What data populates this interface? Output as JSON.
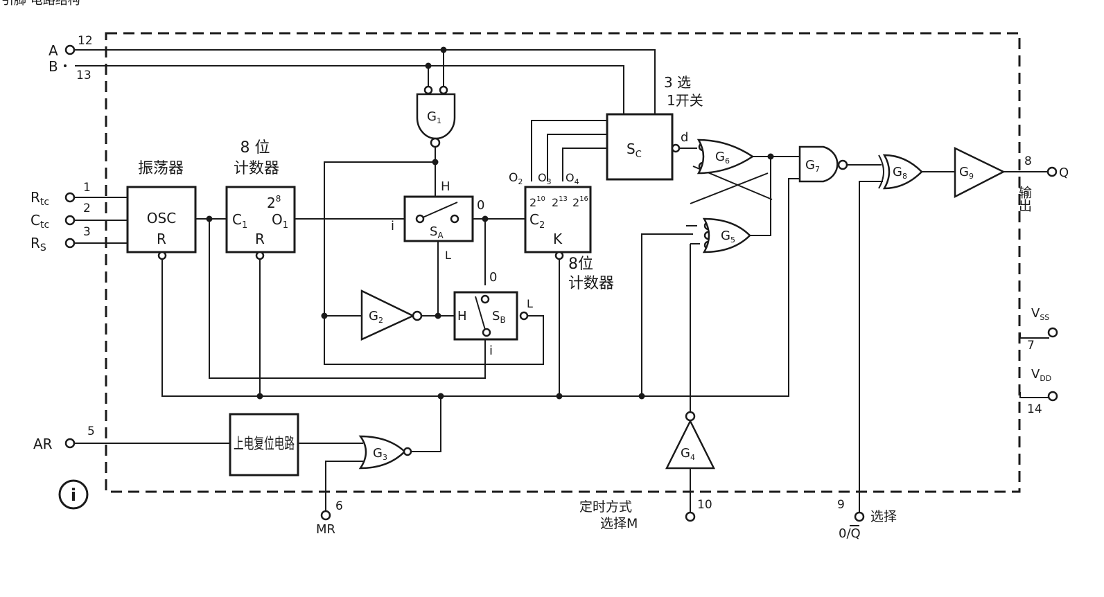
{
  "header_fragment": "引脚  电路结构",
  "pins": {
    "A": {
      "name": "A",
      "num": "12"
    },
    "B": {
      "name": "B",
      "num": "13"
    },
    "Rtc": {
      "name": "R",
      "sub": "tc",
      "num": "1"
    },
    "Ctc": {
      "name": "C",
      "sub": "tc",
      "num": "2"
    },
    "Rs": {
      "name": "R",
      "sub": "S",
      "num": "3"
    },
    "AR": {
      "name": "AR",
      "num": "5"
    },
    "MR": {
      "name": "MR",
      "num": "6"
    },
    "M": {
      "name": "定时方式",
      "name2": "选择M",
      "num": "10"
    },
    "sel": {
      "name": "选择",
      "name2": "0/Q",
      "num": "9"
    },
    "Q": {
      "name": "Q",
      "num": "8",
      "label": "输出"
    },
    "Vss": {
      "name": "V",
      "sub": "SS",
      "num": "7"
    },
    "Vdd": {
      "name": "V",
      "sub": "DD",
      "num": "14"
    }
  },
  "blocks": {
    "osc": {
      "caption": "振荡器",
      "line1": "OSC",
      "line2": "R"
    },
    "cnt1": {
      "caption1": "8  位",
      "caption2": "计数器",
      "ci": "C",
      "ci_sub": "1",
      "q": "2",
      "q_exp": "8",
      "o": "O",
      "o_sub": "1",
      "r": "R"
    },
    "cnt2": {
      "caption": "8位",
      "caption2": "计数器",
      "o2": "O",
      "o2_sub": "2",
      "o3": "O",
      "o3_sub": "3",
      "o4": "O",
      "o4_sub": "4",
      "t10": "2",
      "t10_exp": "10",
      "t13": "2",
      "t13_exp": "13",
      "t16": "2",
      "t16_exp": "16",
      "c": "C",
      "c_sub": "2",
      "k": "K"
    },
    "sa": {
      "label": "S",
      "sub": "A",
      "h": "H",
      "l": "L",
      "i": "i",
      "o": "0"
    },
    "sb": {
      "label": "S",
      "sub": "B",
      "h": "H",
      "l": "L",
      "i": "i",
      "o": "0"
    },
    "sc": {
      "label": "S",
      "sub": "C",
      "d": "d",
      "caption1": "3 选",
      "caption2": "1开关"
    },
    "reset": {
      "text": "上电复位电路"
    }
  },
  "gates": [
    "G",
    "1",
    "2",
    "3",
    "4",
    "5",
    "6",
    "7",
    "8",
    "9"
  ],
  "figure_marker": "i"
}
